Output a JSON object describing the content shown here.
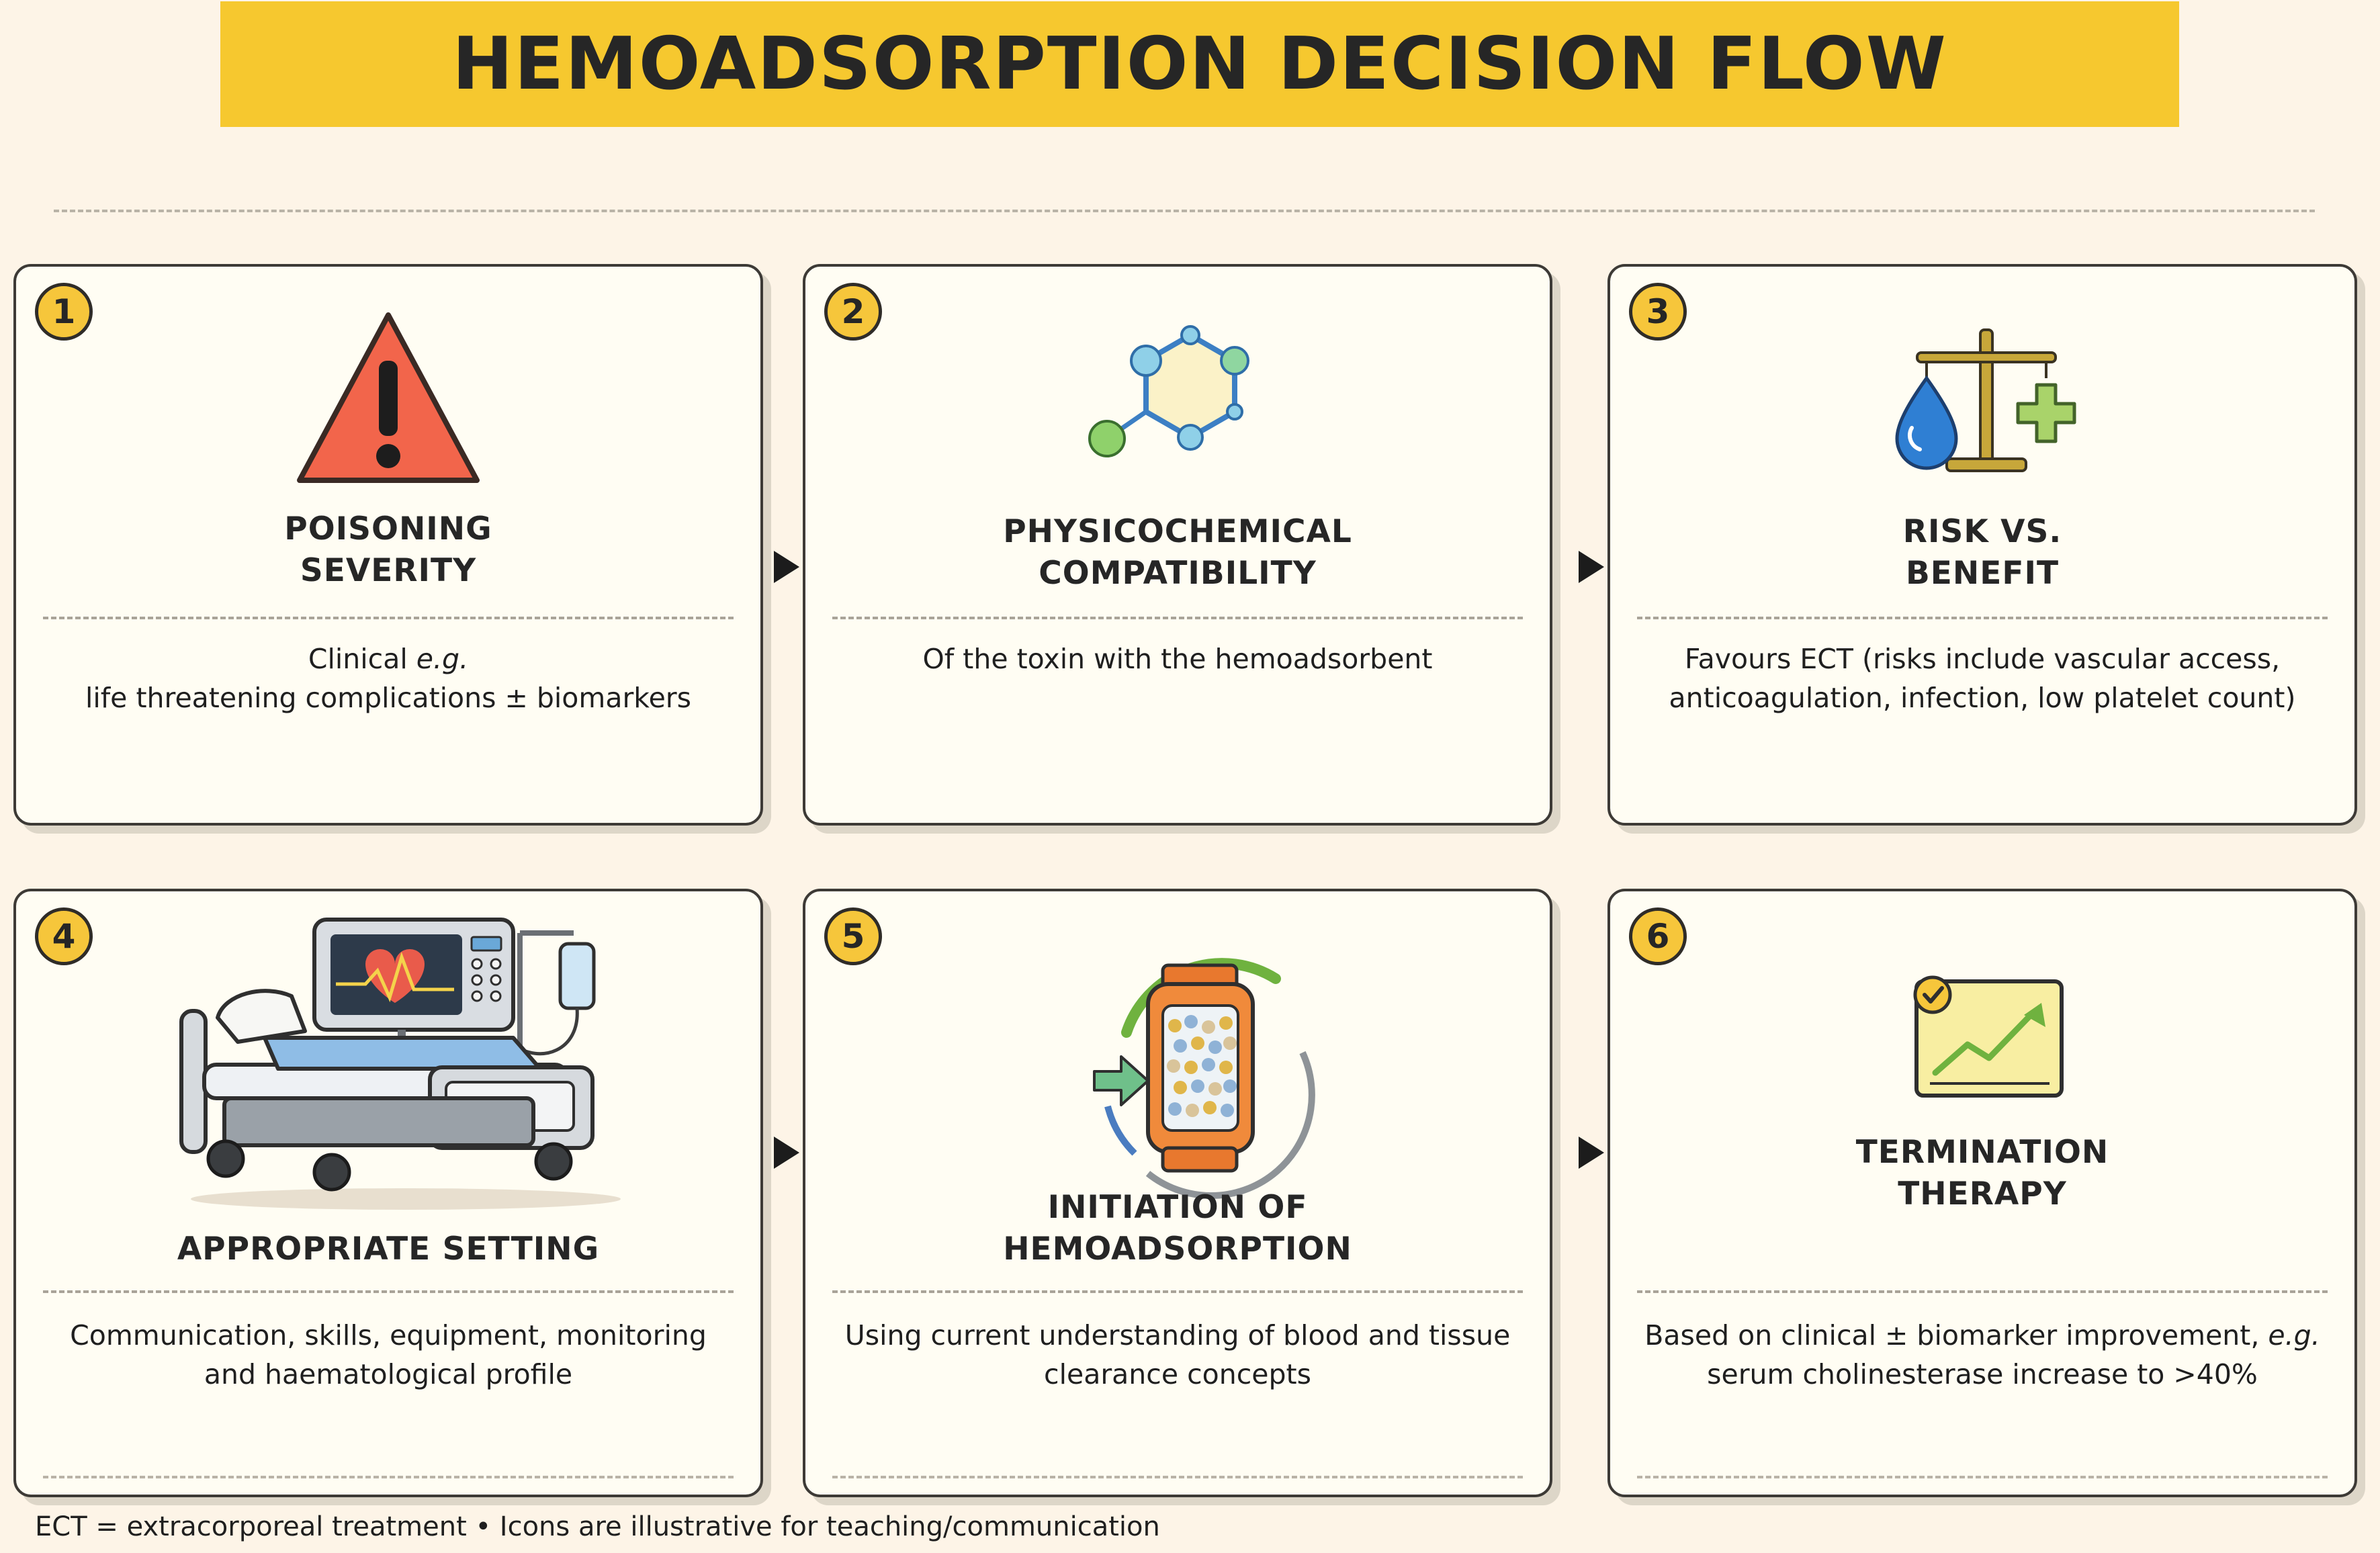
{
  "title": "HEMOADSORPTION DECISION FLOW",
  "colors": {
    "banner": "#f6c82f",
    "background": "#fdf4e7",
    "card": "#fffdf3",
    "badge": "#f6c63b",
    "warning_red": "#f2654b",
    "accent_green": "#7fc14a",
    "accent_blue": "#2f7fd3"
  },
  "steps": [
    {
      "number": "1",
      "icon": "warning-triangle-icon",
      "title": "POISONING\nSEVERITY",
      "desc_pre": "Clinical ",
      "desc_em": "e.g.",
      "desc_post": "life threatening complications ± biomarkers"
    },
    {
      "number": "2",
      "icon": "molecule-hexagon-icon",
      "title": "PHYSICOCHEMICAL\nCOMPATIBILITY",
      "desc_pre": "Of the toxin with the hemoadsorbent",
      "desc_em": "",
      "desc_post": ""
    },
    {
      "number": "3",
      "icon": "balance-scale-icon",
      "title": "RISK VS.\nBENEFIT",
      "desc_pre": "Favours ECT (risks include vascular access, anticoagulation, infection, low platelet count)",
      "desc_em": "",
      "desc_post": ""
    },
    {
      "number": "4",
      "icon": "hospital-bed-monitor-icon",
      "title": "APPROPRIATE SETTING",
      "desc_pre": "Communication, skills, equipment, monitoring and haematological profile",
      "desc_em": "",
      "desc_post": ""
    },
    {
      "number": "5",
      "icon": "adsorption-cartridge-icon",
      "title": "INITIATION OF\nHEMOADSORPTION",
      "desc_pre": "Using current understanding of blood and tissue clearance concepts",
      "desc_em": "",
      "desc_post": ""
    },
    {
      "number": "6",
      "icon": "improvement-chart-check-icon",
      "title": "TERMINATION\nTHERAPY",
      "desc_pre": "Based on clinical ± biomarker improvement, ",
      "desc_em": "e.g.",
      "desc_post": "serum cholinesterase increase to >40%"
    }
  ],
  "footnote": "ECT = extracorporeal treatment • Icons are illustrative for teaching/communication"
}
